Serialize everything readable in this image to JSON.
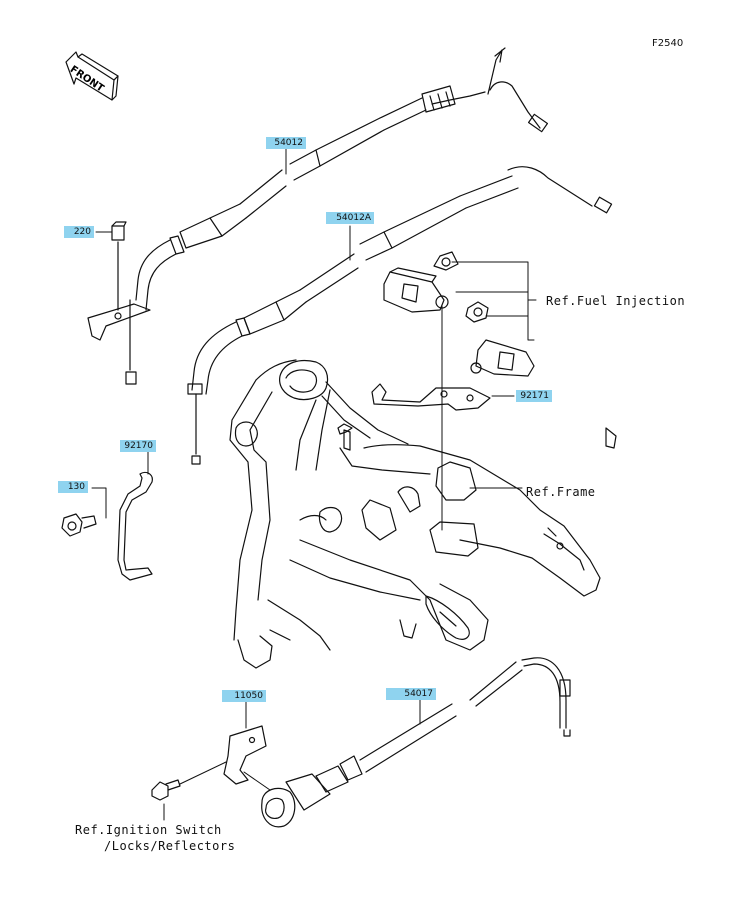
{
  "diagram": {
    "figure_code": "F2540",
    "front_badge": "FRONT",
    "part_numbers": {
      "p54012": "54012",
      "p54012a": "54012A",
      "p220": "220",
      "p92170": "92170",
      "p130": "130",
      "p92171": "92171",
      "p11050": "11050",
      "p54017": "54017"
    },
    "references": {
      "fuel_injection": "Ref.Fuel Injection",
      "frame": "Ref.Frame",
      "ignition_line1": "Ref.Ignition Switch",
      "ignition_line2": "/Locks/Reflectors"
    }
  }
}
